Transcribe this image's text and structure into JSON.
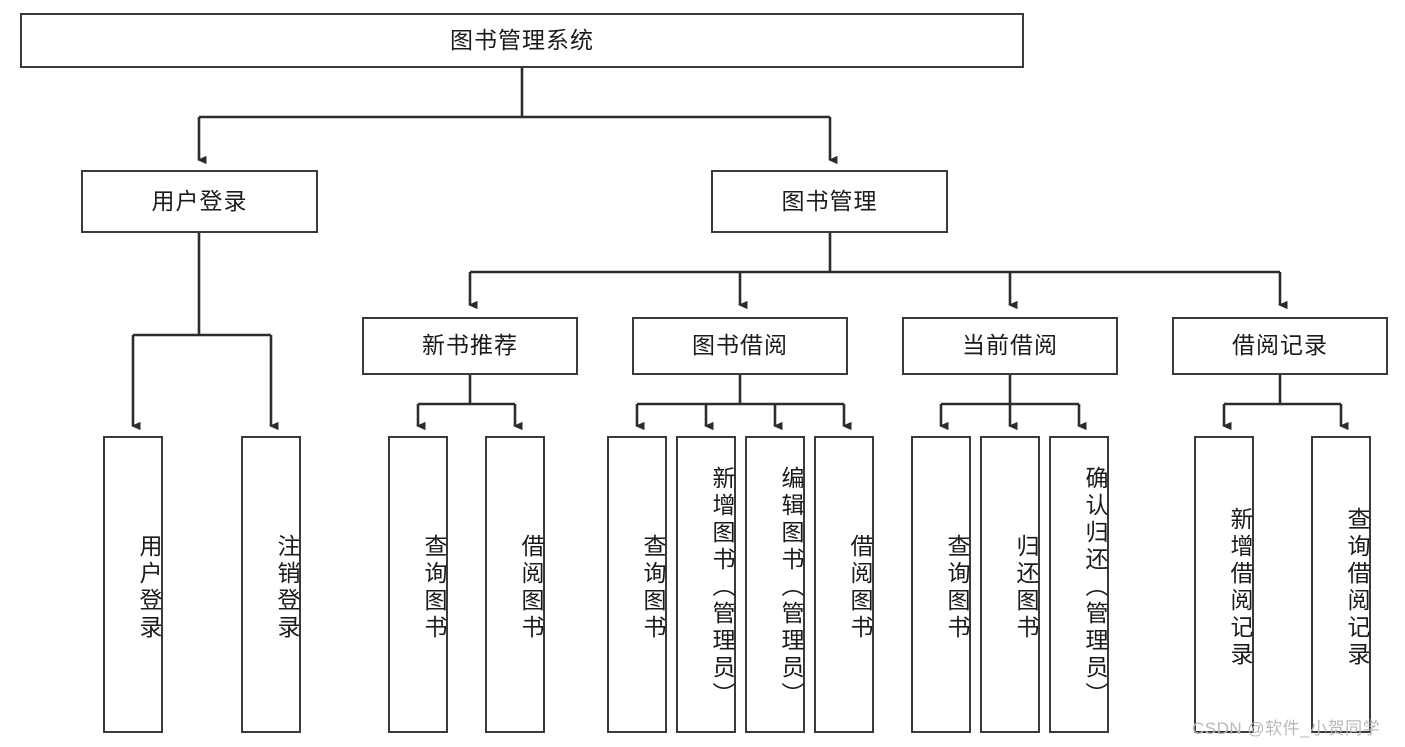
{
  "diagram": {
    "title": "图书管理系统",
    "root": {
      "label": "图书管理系统"
    },
    "level2": [
      {
        "label": "用户登录"
      },
      {
        "label": "图书管理"
      }
    ],
    "level3": [
      {
        "label": "新书推荐"
      },
      {
        "label": "图书借阅"
      },
      {
        "label": "当前借阅"
      },
      {
        "label": "借阅记录"
      }
    ],
    "leaves": {
      "user_login": [
        {
          "label": "用户登录"
        },
        {
          "label": "注销登录"
        }
      ],
      "new_book_recommend": [
        {
          "label": "查询图书"
        },
        {
          "label": "借阅图书"
        }
      ],
      "book_borrow": [
        {
          "label": "查询图书"
        },
        {
          "label": "新增图书（管理员）"
        },
        {
          "label": "编辑图书（管理员）"
        },
        {
          "label": "借阅图书"
        }
      ],
      "current_borrow": [
        {
          "label": "查询图书"
        },
        {
          "label": "归还图书"
        },
        {
          "label": "确认归还（管理员）"
        }
      ],
      "borrow_record": [
        {
          "label": "新增借阅记录"
        },
        {
          "label": "查询借阅记录"
        }
      ]
    }
  },
  "watermark": {
    "text": "CSDN @软件_小贺同学"
  },
  "colors": {
    "stroke": "#3a3a3a",
    "text": "#1b1b1b",
    "background": "#ffffff",
    "watermark": "#b9b9b9"
  }
}
